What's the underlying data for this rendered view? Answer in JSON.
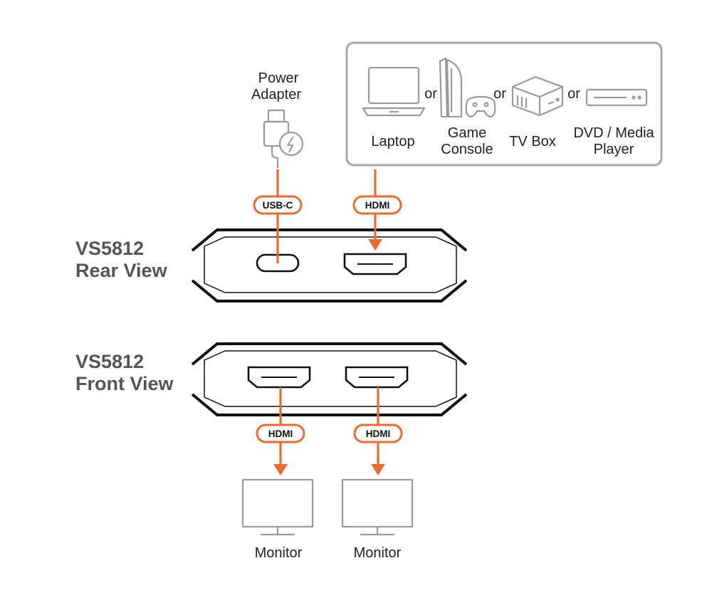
{
  "power": {
    "label_line1": "Power",
    "label_line2": "Adapter"
  },
  "sources": {
    "laptop": "Laptop",
    "console_line1": "Game",
    "console_line2": "Console",
    "tvbox": "TV Box",
    "dvd_line1": "DVD / Media",
    "dvd_line2": "Player",
    "or": "or"
  },
  "connectors": {
    "usbc": "USB-C",
    "hdmi": "HDMI"
  },
  "rear_view": {
    "line1": "VS5812",
    "line2": "Rear View"
  },
  "front_view": {
    "line1": "VS5812",
    "line2": "Front View"
  },
  "monitors": {
    "label": "Monitor"
  },
  "colors": {
    "accent": "#ee6a2c",
    "icon_gray": "#9a9a9a",
    "device_black": "#111111",
    "view_label": "#555555"
  }
}
